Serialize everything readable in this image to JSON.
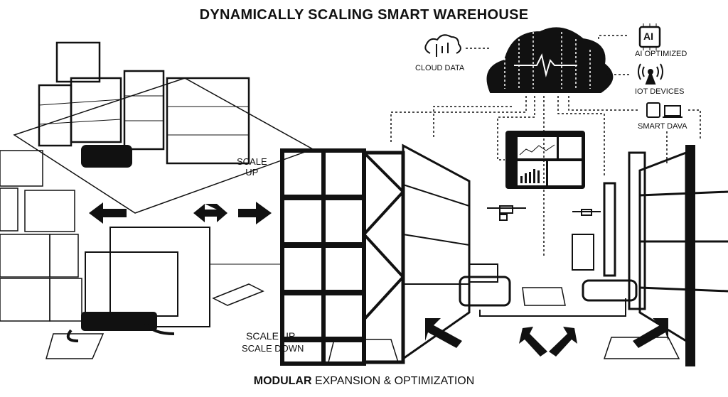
{
  "title": "DYNAMICALLY SCALING SMART WAREHOUSE",
  "footer": {
    "bold": "MODULAR",
    "rest": " EXPANSION & OPTIMIZATION"
  },
  "labels": {
    "cloud_data": "CLOUD DATA",
    "ai_optimized": "AI OPTIMIZED",
    "ai_chip": "AI",
    "iot_devices": "IOT DEVICES",
    "smart_data": "SMART DAVA",
    "scale_up_top_1": "SCALE",
    "scale_up_top_2": "UP",
    "scale_up": "SCALE UP",
    "scale_down": "SCALE DOWN"
  },
  "icons": [
    "cloud-upload-icon",
    "data-cloud-icon",
    "ai-chip-icon",
    "iot-antenna-icon",
    "tablet-icon",
    "laptop-icon",
    "dashboard-icon",
    "drone-icon",
    "robot-cart-icon",
    "arrow-icon"
  ],
  "colors": {
    "ink": "#111111",
    "background": "#ffffff"
  }
}
